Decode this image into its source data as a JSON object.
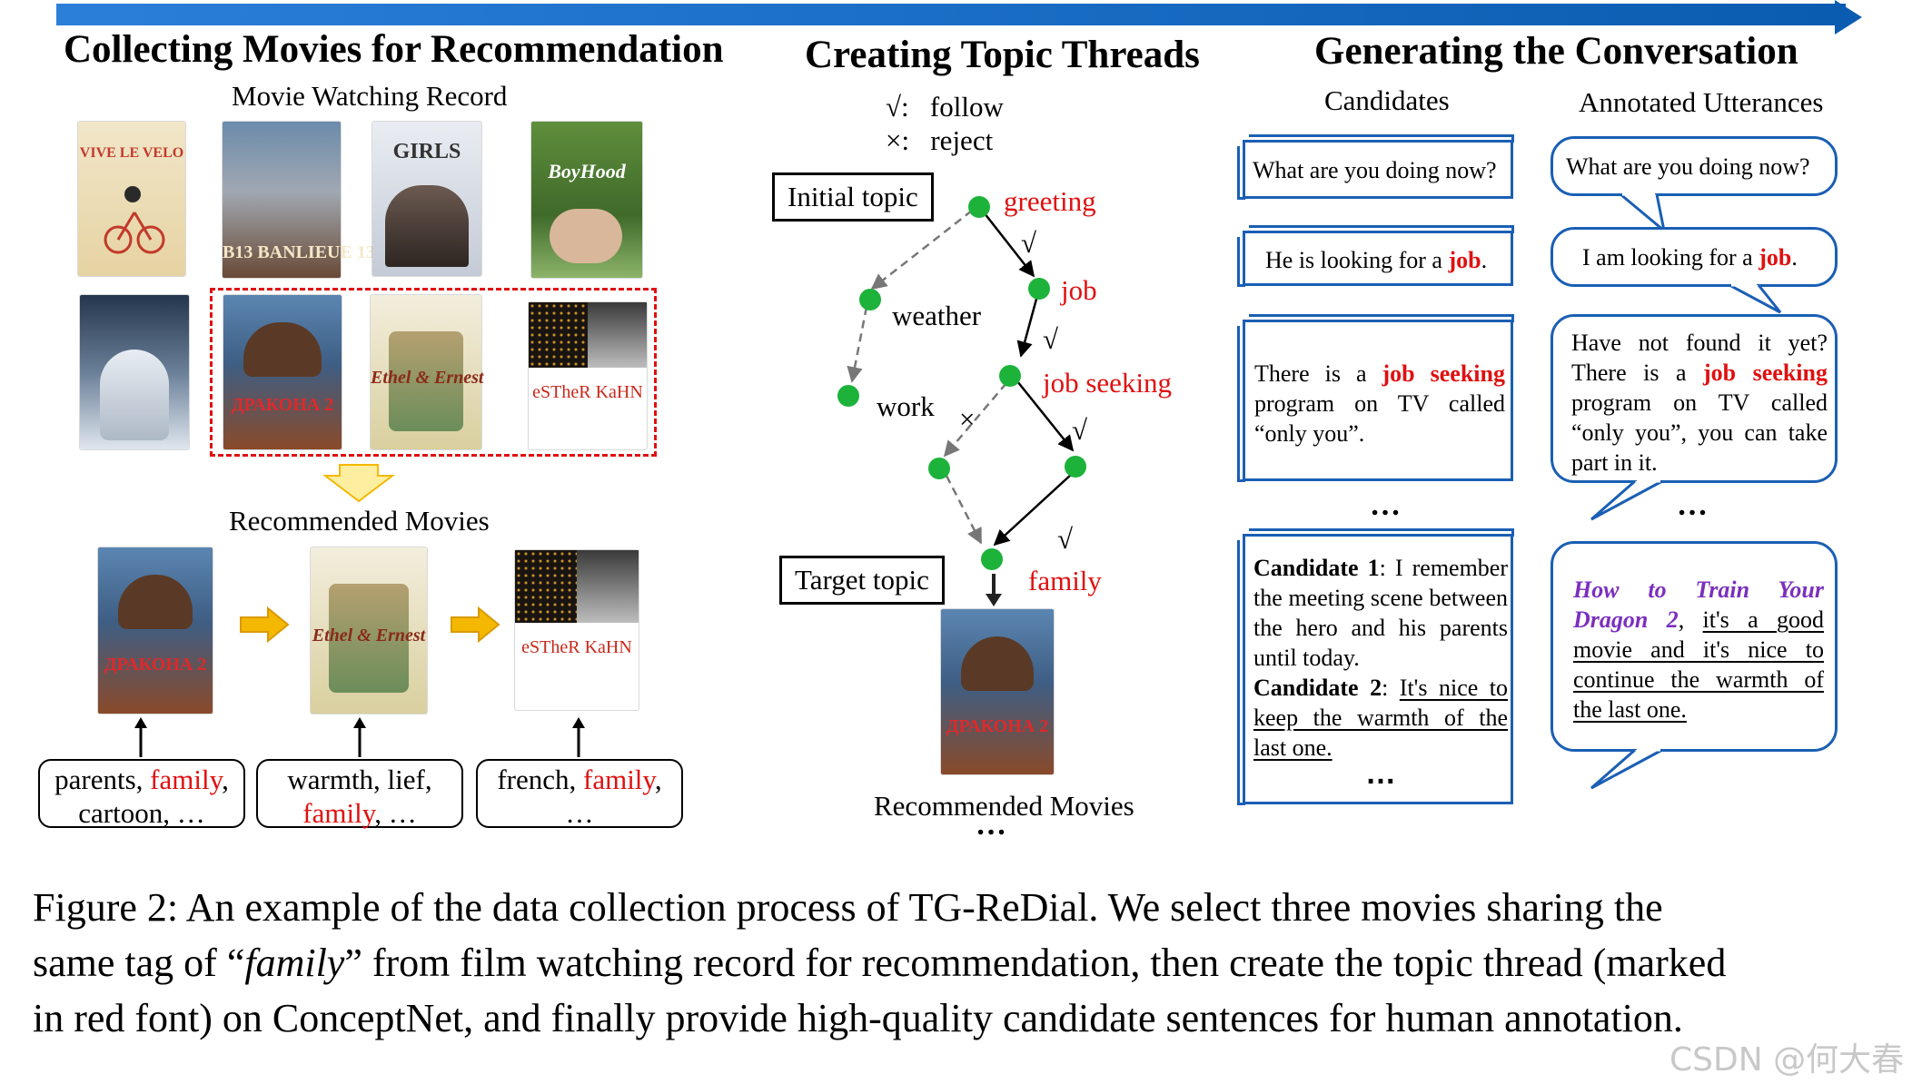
{
  "sections": {
    "left_title": "Collecting Movies for Recommendation",
    "middle_title": "Creating Topic Threads",
    "right_title": "Generating the Conversation"
  },
  "left": {
    "record_label": "Movie Watching Record",
    "recommended_label": "Recommended Movies",
    "posters": [
      {
        "title": "VIVE LE VELO"
      },
      {
        "title": "B13 BANLIEUE 13"
      },
      {
        "title": "GIRLS"
      },
      {
        "title": "BoyHood"
      },
      {
        "title": ""
      },
      {
        "title": "How to Train Your Dragon 2"
      },
      {
        "title": "Ethel & Ernest"
      },
      {
        "title": "eSTheR KaHN"
      }
    ],
    "rec_posters": [
      {
        "title": "How to Train Your Dragon 2"
      },
      {
        "title": "Ethel & Ernest"
      },
      {
        "title": "eSTheR KaHN"
      }
    ],
    "tags": [
      {
        "l1a": "parents, ",
        "l1b": "family",
        "l1c": ",",
        "l2a": "cartoon, …",
        "l2b": ""
      },
      {
        "l1a": "warmth, lief,",
        "l1b": "",
        "l1c": "",
        "l2a": "",
        "l2b": "family",
        "l2c": ", …"
      },
      {
        "l1a": "french, ",
        "l1b": "family",
        "l1c": ",",
        "l2a": "…",
        "l2b": ""
      }
    ]
  },
  "middle": {
    "legend_follow_sym": "√:",
    "legend_follow": "follow",
    "legend_reject_sym": "×:",
    "legend_reject": "reject",
    "initial_topic": "Initial topic",
    "target_topic": "Target topic",
    "nodes": {
      "greeting": "greeting",
      "job": "job",
      "job_seeking": "job seeking",
      "family": "family",
      "weather": "weather",
      "work": "work"
    },
    "check": "√",
    "cross": "×",
    "recommended_label": "Recommended Movies",
    "dots": "…"
  },
  "right": {
    "candidates_label": "Candidates",
    "annotated_label": "Annotated Utterances",
    "c1": "What are you doing now?",
    "c2a": "He is looking for a ",
    "c2b": "job",
    "c2c": ".",
    "c3a": "There is a ",
    "c3b": "job seeking",
    "c3c": " program on TV called “only you”.",
    "c4_cand1": "Candidate 1",
    "c4_t1": ": I remember the meeting scene between the hero and his parents until today.",
    "c4_cand2": "Candidate 2",
    "c4_t2a": ": ",
    "c4_t2b": "It's nice to keep the warmth of the last one.",
    "u1": "What are you doing now?",
    "u2a": "I am looking for a ",
    "u2b": "job",
    "u2c": ".",
    "u3a": "Have not found it yet? There is a ",
    "u3b": "job seeking",
    "u3c": " program on TV called “only you”, you can take part in it.",
    "u4a": "How to Train Your Dragon 2",
    "u4b": ", ",
    "u4c": "it's a good movie and it's nice to continue the warmth of the last one.",
    "dots": "…"
  },
  "caption": {
    "line1": "Figure 2:  An example of the data collection process of TG-ReDial.  We select three movies sharing the",
    "line2a": "same tag of “",
    "line2b": "family",
    "line2c": "” from film watching record for recommendation, then create the topic thread (marked",
    "line3": "in red font) on ConceptNet, and finally provide high-quality candidate sentences for human annotation."
  },
  "watermark": "CSDN @何大春",
  "colors": {
    "topic_red": "#e01010",
    "box_blue": "#1a5fb4",
    "node_green": "#1db33a",
    "highlight_orange": "#f5b800",
    "movie_purple": "#7b2fbe"
  }
}
